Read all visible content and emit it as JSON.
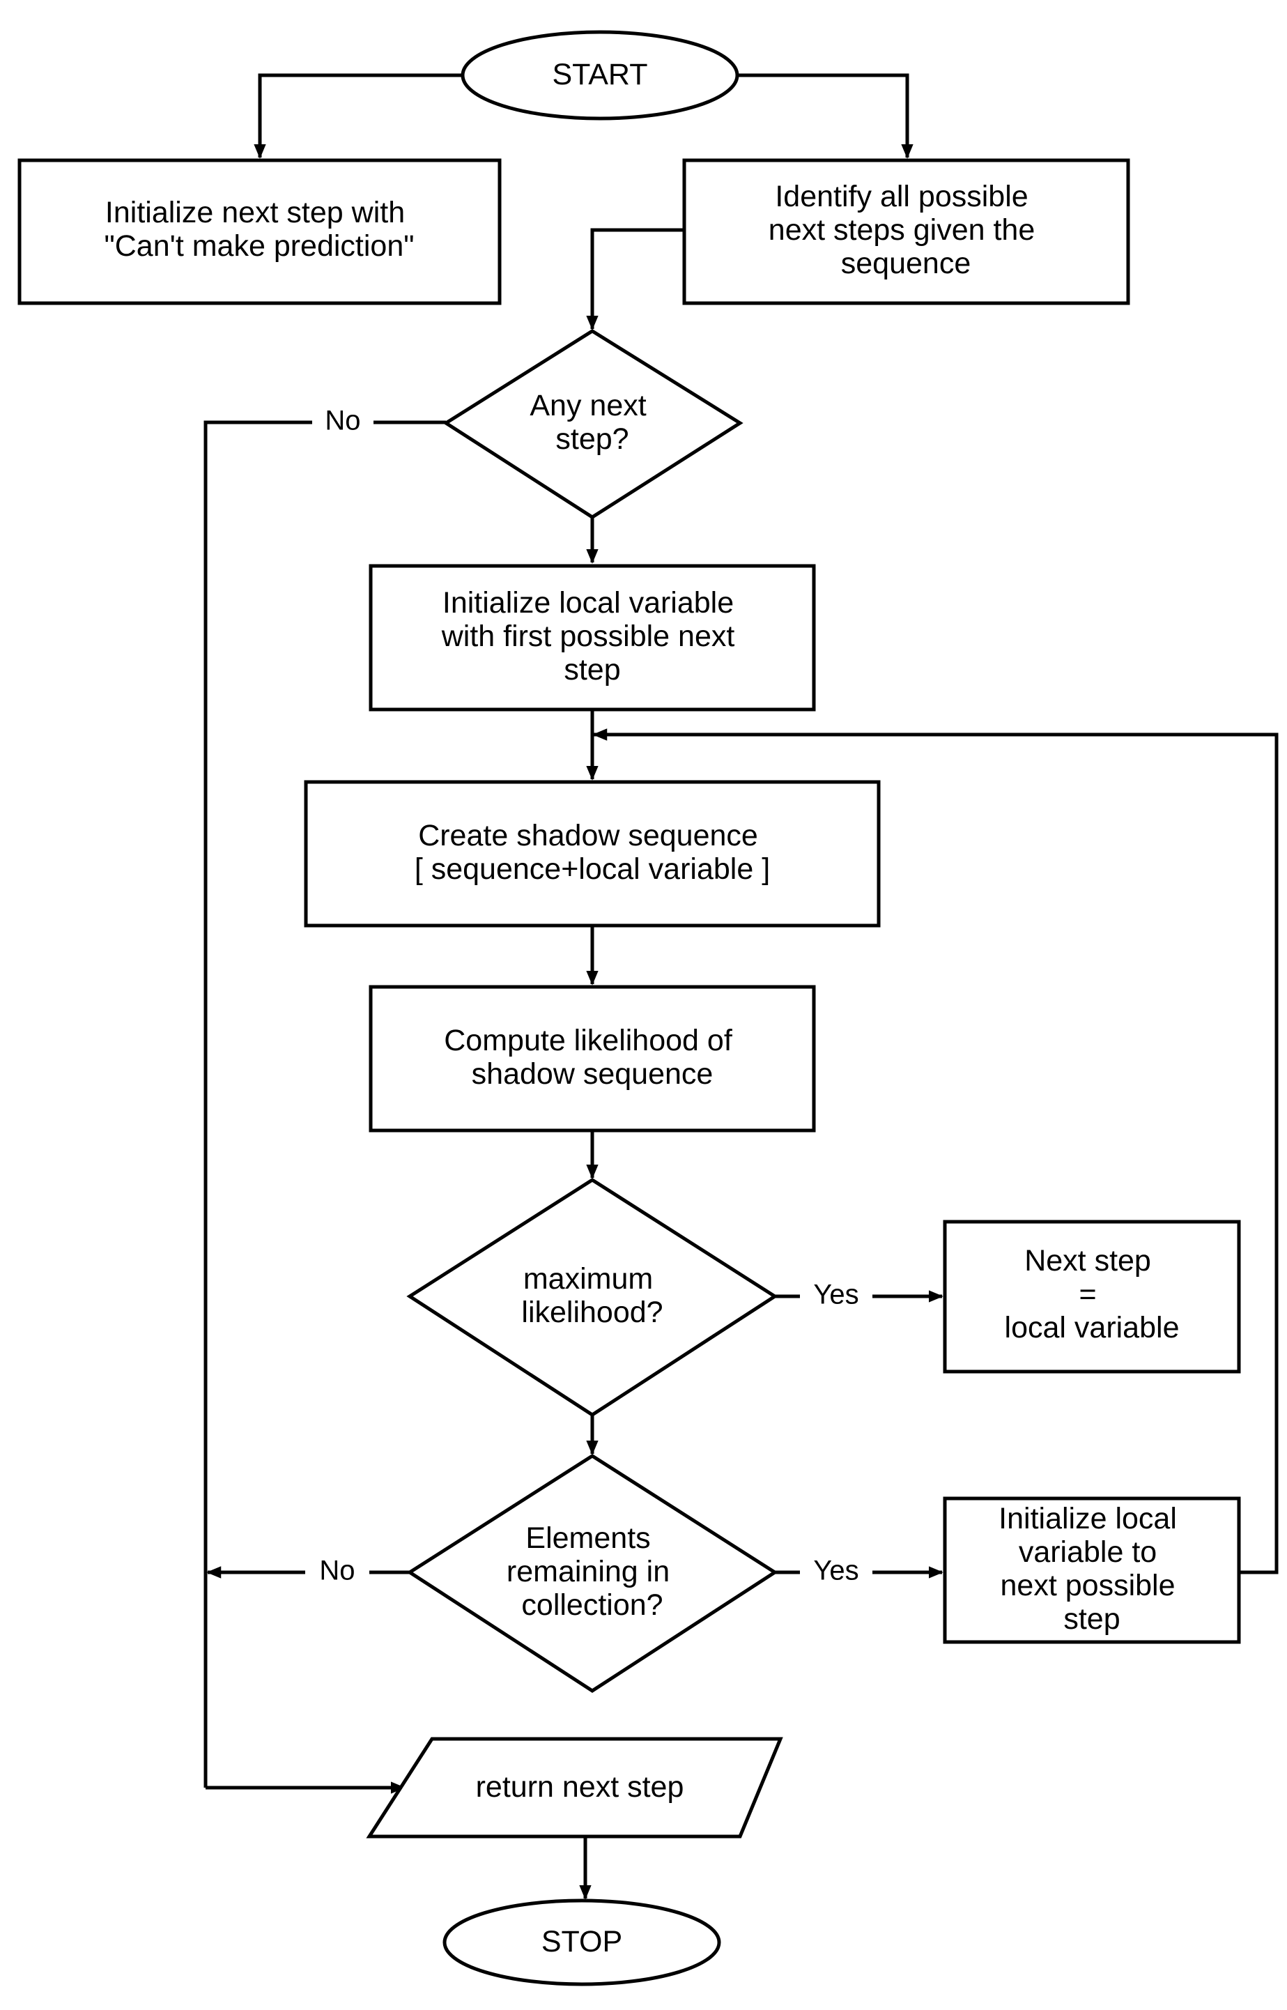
{
  "nodes": [
    {
      "id": "start",
      "shape": "ellipse",
      "lines": [
        "START"
      ]
    },
    {
      "id": "init_next_step",
      "shape": "rect",
      "lines": [
        "Initialize next step with",
        "\"Can't make prediction\""
      ]
    },
    {
      "id": "identify_steps",
      "shape": "rect",
      "lines": [
        "Identify all possible",
        "next steps given the",
        "sequence"
      ]
    },
    {
      "id": "any_next_step",
      "shape": "diamond",
      "lines": [
        "Any next",
        "step?"
      ]
    },
    {
      "id": "init_local_var",
      "shape": "rect",
      "lines": [
        "Initialize local variable",
        "with first possible next",
        "step"
      ]
    },
    {
      "id": "create_shadow",
      "shape": "rect",
      "lines": [
        "Create shadow sequence",
        "[ sequence+local variable ]"
      ]
    },
    {
      "id": "compute_likelihood",
      "shape": "rect",
      "lines": [
        "Compute likelihood of",
        "shadow sequence"
      ]
    },
    {
      "id": "max_likelihood",
      "shape": "diamond",
      "lines": [
        "maximum",
        "likelihood?"
      ]
    },
    {
      "id": "set_next_step",
      "shape": "rect",
      "lines": [
        "Next step",
        "=",
        "local variable"
      ]
    },
    {
      "id": "elements_remaining",
      "shape": "diamond",
      "lines": [
        "Elements",
        "remaining in",
        "collection?"
      ]
    },
    {
      "id": "init_local_next",
      "shape": "rect",
      "lines": [
        "Initialize local",
        "variable to",
        "next possible",
        "step"
      ]
    },
    {
      "id": "return_next_step",
      "shape": "parallelogram",
      "lines": [
        "return next step"
      ]
    },
    {
      "id": "stop",
      "shape": "ellipse",
      "lines": [
        "STOP"
      ]
    }
  ],
  "edge_labels": {
    "any_no": "No",
    "max_yes": "Yes",
    "elements_no": "No",
    "elements_yes": "Yes"
  }
}
